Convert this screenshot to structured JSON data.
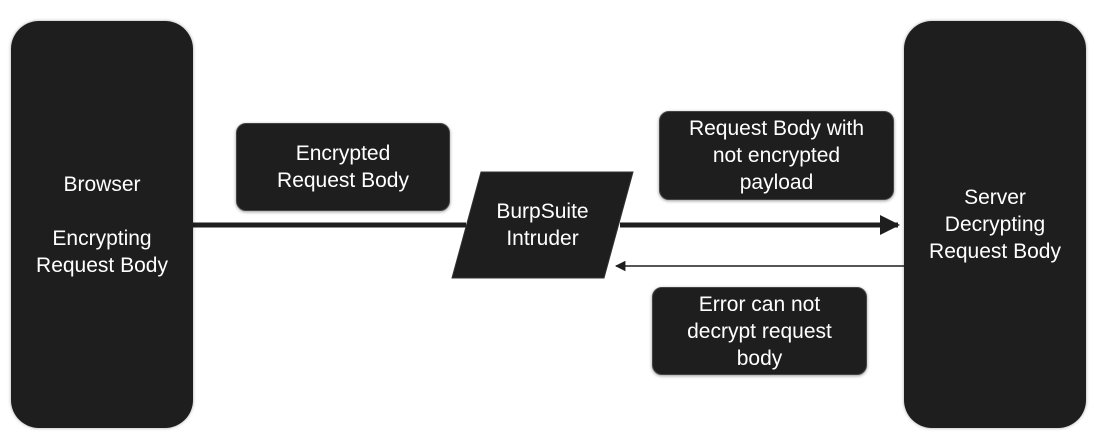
{
  "browser": {
    "title": "Browser",
    "line1": "Encrypting",
    "line2": "Request Body"
  },
  "server": {
    "line1": "Server",
    "line2": "Decrypting",
    "line3": "Request Body"
  },
  "intruder": {
    "line1": "BurpSuite",
    "line2": "Intruder"
  },
  "labels": {
    "encrypted_line1": "Encrypted",
    "encrypted_line2": "Request Body",
    "plain_line1": "Request Body with",
    "plain_line2": "not encrypted",
    "plain_line3": "payload",
    "error_line1": "Error can not",
    "error_line2": "decrypt request",
    "error_line3": "body"
  },
  "colors": {
    "node_fill": "#1e1e1e",
    "edge": "#1e1e1e",
    "text": "#ffffff",
    "background": "#ffffff"
  }
}
